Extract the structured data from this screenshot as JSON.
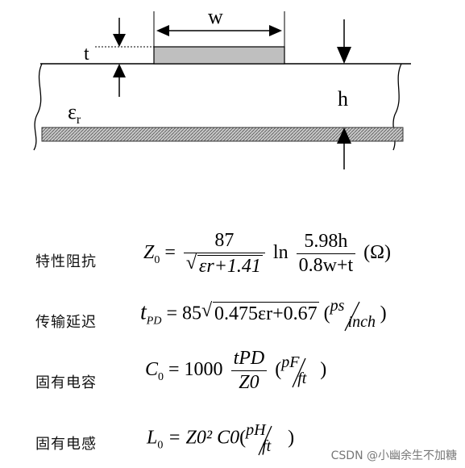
{
  "diagram": {
    "w_label": "w",
    "t_label": "t",
    "h_label": "h",
    "eps_main": "ε",
    "eps_sub": "r"
  },
  "formulas": [
    {
      "label": "特性阻抗",
      "lhs": "Z",
      "lhs_sub": "0",
      "coef": "87",
      "sqrt_body": "εr+1.41",
      "ln": "ln",
      "ln_num": "5.98h",
      "ln_den": "0.8w+t",
      "unit": "(Ω)"
    },
    {
      "label": "传输延迟",
      "lhs": "t",
      "lhs_sub": "PD",
      "coef": "= 85",
      "sqrt_body": "0.475εr+0.67",
      "unit_top": "ps",
      "unit_bot": "inch"
    },
    {
      "label": "固有电容",
      "lhs": "C",
      "lhs_sub": "0",
      "coef": "= 1000",
      "frac_num": "tPD",
      "frac_den": "Z0",
      "unit_top": "pF",
      "unit_bot": "ft"
    },
    {
      "label": "固有电感",
      "lhs": "L",
      "lhs_sub": "0",
      "rhs": "= Z0² C0",
      "unit_top": "pH",
      "unit_bot": "ft"
    }
  ],
  "watermark": "CSDN @小幽余生不加糖"
}
